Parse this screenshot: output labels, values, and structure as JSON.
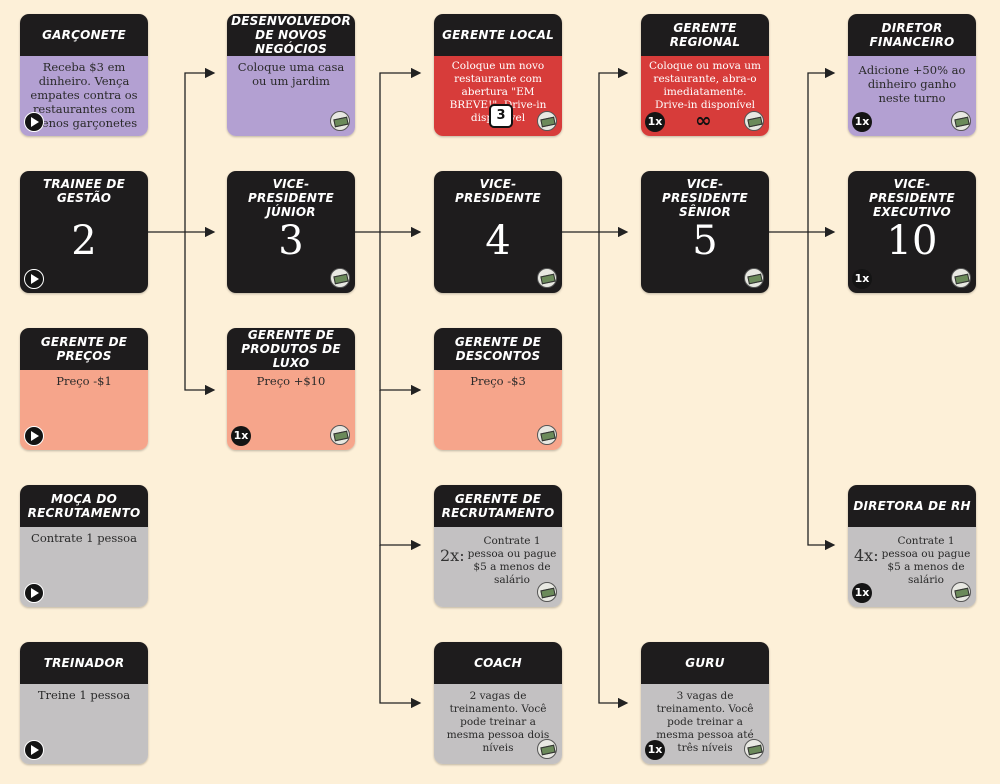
{
  "cards": {
    "garconete": {
      "title": "GARÇONETE",
      "text": "Receba $3 em dinheiro. Vença empates contra os restaurantes com menos garçonetes"
    },
    "trainee": {
      "title": "TRAINEE DE GESTÃO",
      "number": "2"
    },
    "gerente_precos": {
      "title": "GERENTE DE PREÇOS",
      "text": "Preço -$1"
    },
    "moca_recrutamento": {
      "title": "MOÇA DO RECRUTAMENTO",
      "text": "Contrate 1 pessoa"
    },
    "treinador": {
      "title": "TREINADOR",
      "text": "Treine 1 pessoa"
    },
    "desenvolvedor": {
      "title": "DESENVOLVEDOR DE NOVOS NEGÓCIOS",
      "text": "Coloque uma casa ou um jardim"
    },
    "vp_junior": {
      "title": "VICE-PRESIDENTE JÚNIOR",
      "number": "3"
    },
    "produtos_luxo": {
      "title": "GERENTE DE PRODUTOS DE LUXO",
      "text": "Preço +$10",
      "limit": "1x"
    },
    "gerente_local": {
      "title": "GERENTE LOCAL",
      "text": "Coloque um novo restaurante com abertura \"EM BREVE!\". Drive-in disponível",
      "badge": "3"
    },
    "vp": {
      "title": "VICE-PRESIDENTE",
      "number": "4"
    },
    "gerente_descontos": {
      "title": "GERENTE DE DESCONTOS",
      "text": "Preço -$3"
    },
    "gerente_recrutamento": {
      "title": "GERENTE DE RECRUTAMENTO",
      "mult": "2x:",
      "text": "Contrate 1 pessoa ou pague $5 a menos de salário"
    },
    "coach": {
      "title": "COACH",
      "text": "2 vagas de treinamento. Você pode treinar a mesma pessoa dois níveis"
    },
    "gerente_regional": {
      "title": "GERENTE REGIONAL",
      "text": "Coloque ou mova um restaurante, abra-o imediatamente. Drive-in disponível",
      "limit": "1x",
      "badge": "∞"
    },
    "vp_senior": {
      "title": "VICE-PRESIDENTE SÊNIOR",
      "number": "5"
    },
    "guru": {
      "title": "GURU",
      "text": "3 vagas de treinamento. Você pode treinar a mesma pessoa até três níveis",
      "limit": "1x"
    },
    "diretor_financeiro": {
      "title": "DIRETOR FINANCEIRO",
      "text": "Adicione +50% ao dinheiro ganho neste turno",
      "limit": "1x"
    },
    "vp_executivo": {
      "title": "VICE-PRESIDENTE EXECUTIVO",
      "number": "10",
      "limit": "1x"
    },
    "diretora_rh": {
      "title": "DIRETORA DE RH",
      "mult": "4x:",
      "text": "Contrate 1 pessoa ou pague $5 a menos de salário",
      "limit": "1x"
    }
  },
  "colors": {
    "black": "#1e1c1d",
    "purple": "#b3a0d2",
    "red": "#d73c3a",
    "salmon": "#f6a58b",
    "gray": "#c3c1c2",
    "background": "#fdf0d8"
  }
}
